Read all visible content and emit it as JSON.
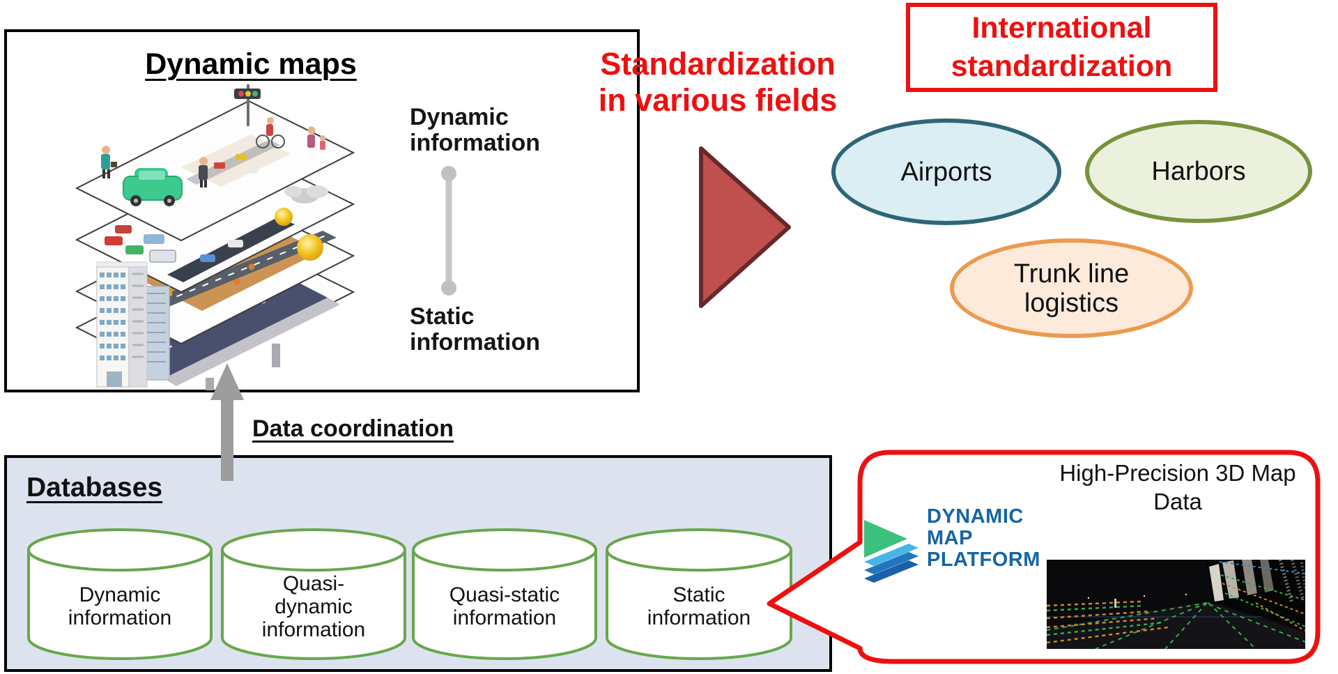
{
  "dynamic_maps": {
    "title": "Dynamic maps",
    "dynamic_label": "Dynamic\ninformation",
    "static_label": "Static\ninformation"
  },
  "standardization": {
    "label": "Standardization\nin various fields"
  },
  "international": {
    "label": "International\nstandardization"
  },
  "fields": [
    {
      "label": "Airports"
    },
    {
      "label": "Harbors"
    },
    {
      "label": "Trunk line\nlogistics"
    }
  ],
  "coordination": {
    "label": "Data coordination"
  },
  "databases": {
    "title": "Databases",
    "cylinders": [
      {
        "label": "Dynamic\ninformation"
      },
      {
        "label": "Quasi-\ndynamic\ninformation"
      },
      {
        "label": "Quasi-static\ninformation"
      },
      {
        "label": "Static\ninformation"
      }
    ]
  },
  "callout": {
    "logo": "DYNAMIC\nMAP\nPLATFORM",
    "title": "High-Precision 3D Map\nData"
  },
  "colors": {
    "accent_red": "#ee1010",
    "arrow_triangle_fill": "#c0504d",
    "arrow_triangle_stroke": "#66292b",
    "airports_border": "#2e6677",
    "airports_fill": "#daeef3",
    "harbors_border": "#77933c",
    "harbors_fill": "#ebf1dd",
    "trunk_border": "#ec9a4e",
    "trunk_fill": "#fdeada",
    "databases_fill": "#dce3ef",
    "cylinder_border": "#68a74d",
    "gray_arrow": "#9d9d9d",
    "logo_blue": "#1565a8",
    "logo_green": "#3bc17d"
  }
}
